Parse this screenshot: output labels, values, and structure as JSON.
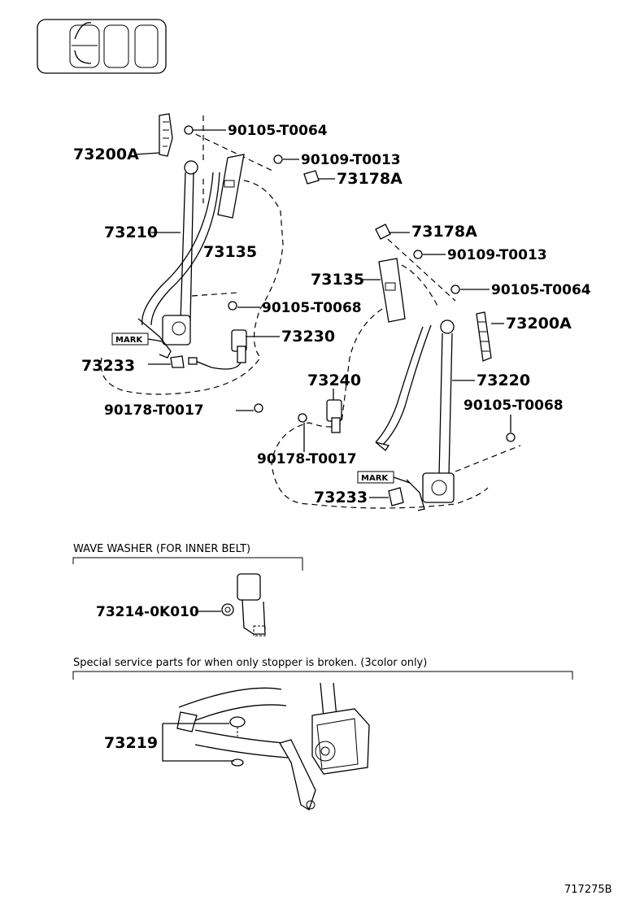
{
  "diagram_id": "717275B",
  "callouts": {
    "left_top_bolt": "90105-T0064",
    "left_anchor_bolt": "90109-T0013",
    "left_cover": "73178A",
    "left_adjuster": "73200A",
    "left_belt": "73210",
    "left_trim": "73135",
    "left_lower_bolt": "90105-T0068",
    "left_buckle": "73230",
    "left_stopper": "73233",
    "left_buckle_bolt": "90178-T0017",
    "right_cover": "73178A",
    "right_anchor_bolt": "90109-T0013",
    "right_trim": "73135",
    "right_top_bolt": "90105-T0064",
    "right_adjuster": "73200A",
    "right_buckle": "73240",
    "right_belt": "73220",
    "right_lower_bolt": "90105-T0068",
    "right_buckle_bolt": "90178-T0017",
    "right_stopper": "73233"
  },
  "mark_labels": {
    "left": "MARK",
    "right": "MARK"
  },
  "wave_washer": {
    "title": "WAVE WASHER (FOR INNER BELT)",
    "part": "73214-0K010"
  },
  "stopper_section": {
    "title": "Special service parts for when only stopper is broken. (3color only)",
    "part": "73219"
  }
}
